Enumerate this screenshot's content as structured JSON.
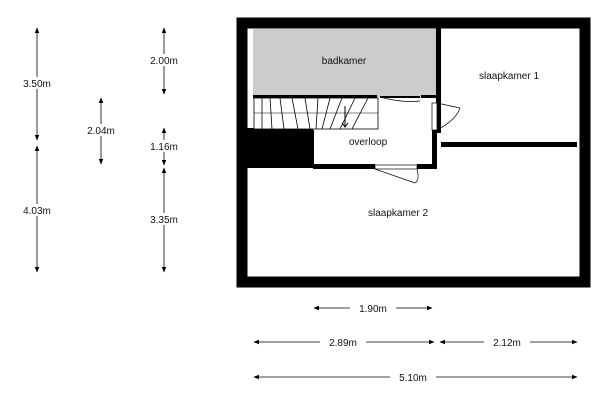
{
  "rooms": {
    "badkamer": "badkamer",
    "slaapkamer1": "slaapkamer 1",
    "overloop": "overloop",
    "slaapkamer2": "slaapkamer 2"
  },
  "dimensions": {
    "left_top": "3.50m",
    "left_bottom": "4.03m",
    "stair": "2.04m",
    "mid_top": "2.00m",
    "mid_center": "1.16m",
    "mid_bottom": "3.35m",
    "bottom_overloop": "1.90m",
    "bottom_left": "2.89m",
    "bottom_right": "2.12m",
    "bottom_total": "5.10m"
  },
  "colors": {
    "wall": "#000000",
    "bathroom_fill": "#cccccc",
    "dimension_line": "#000000"
  }
}
